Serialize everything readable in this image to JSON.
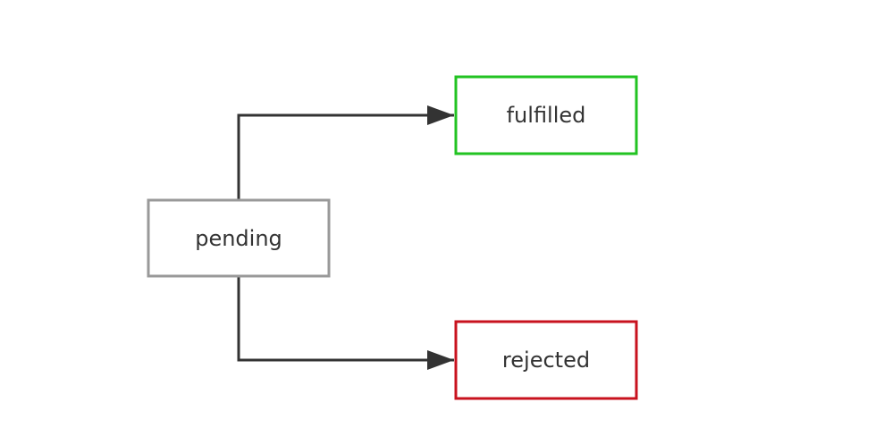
{
  "diagram": {
    "nodes": {
      "pending": {
        "label": "pending",
        "border_color": "#999999"
      },
      "fulfilled": {
        "label": "fulfilled",
        "border_color": "#22c322"
      },
      "rejected": {
        "label": "rejected",
        "border_color": "#c8121e"
      }
    },
    "edges": [
      {
        "from": "pending",
        "to": "fulfilled"
      },
      {
        "from": "pending",
        "to": "rejected"
      }
    ],
    "edge_color": "#333333"
  }
}
